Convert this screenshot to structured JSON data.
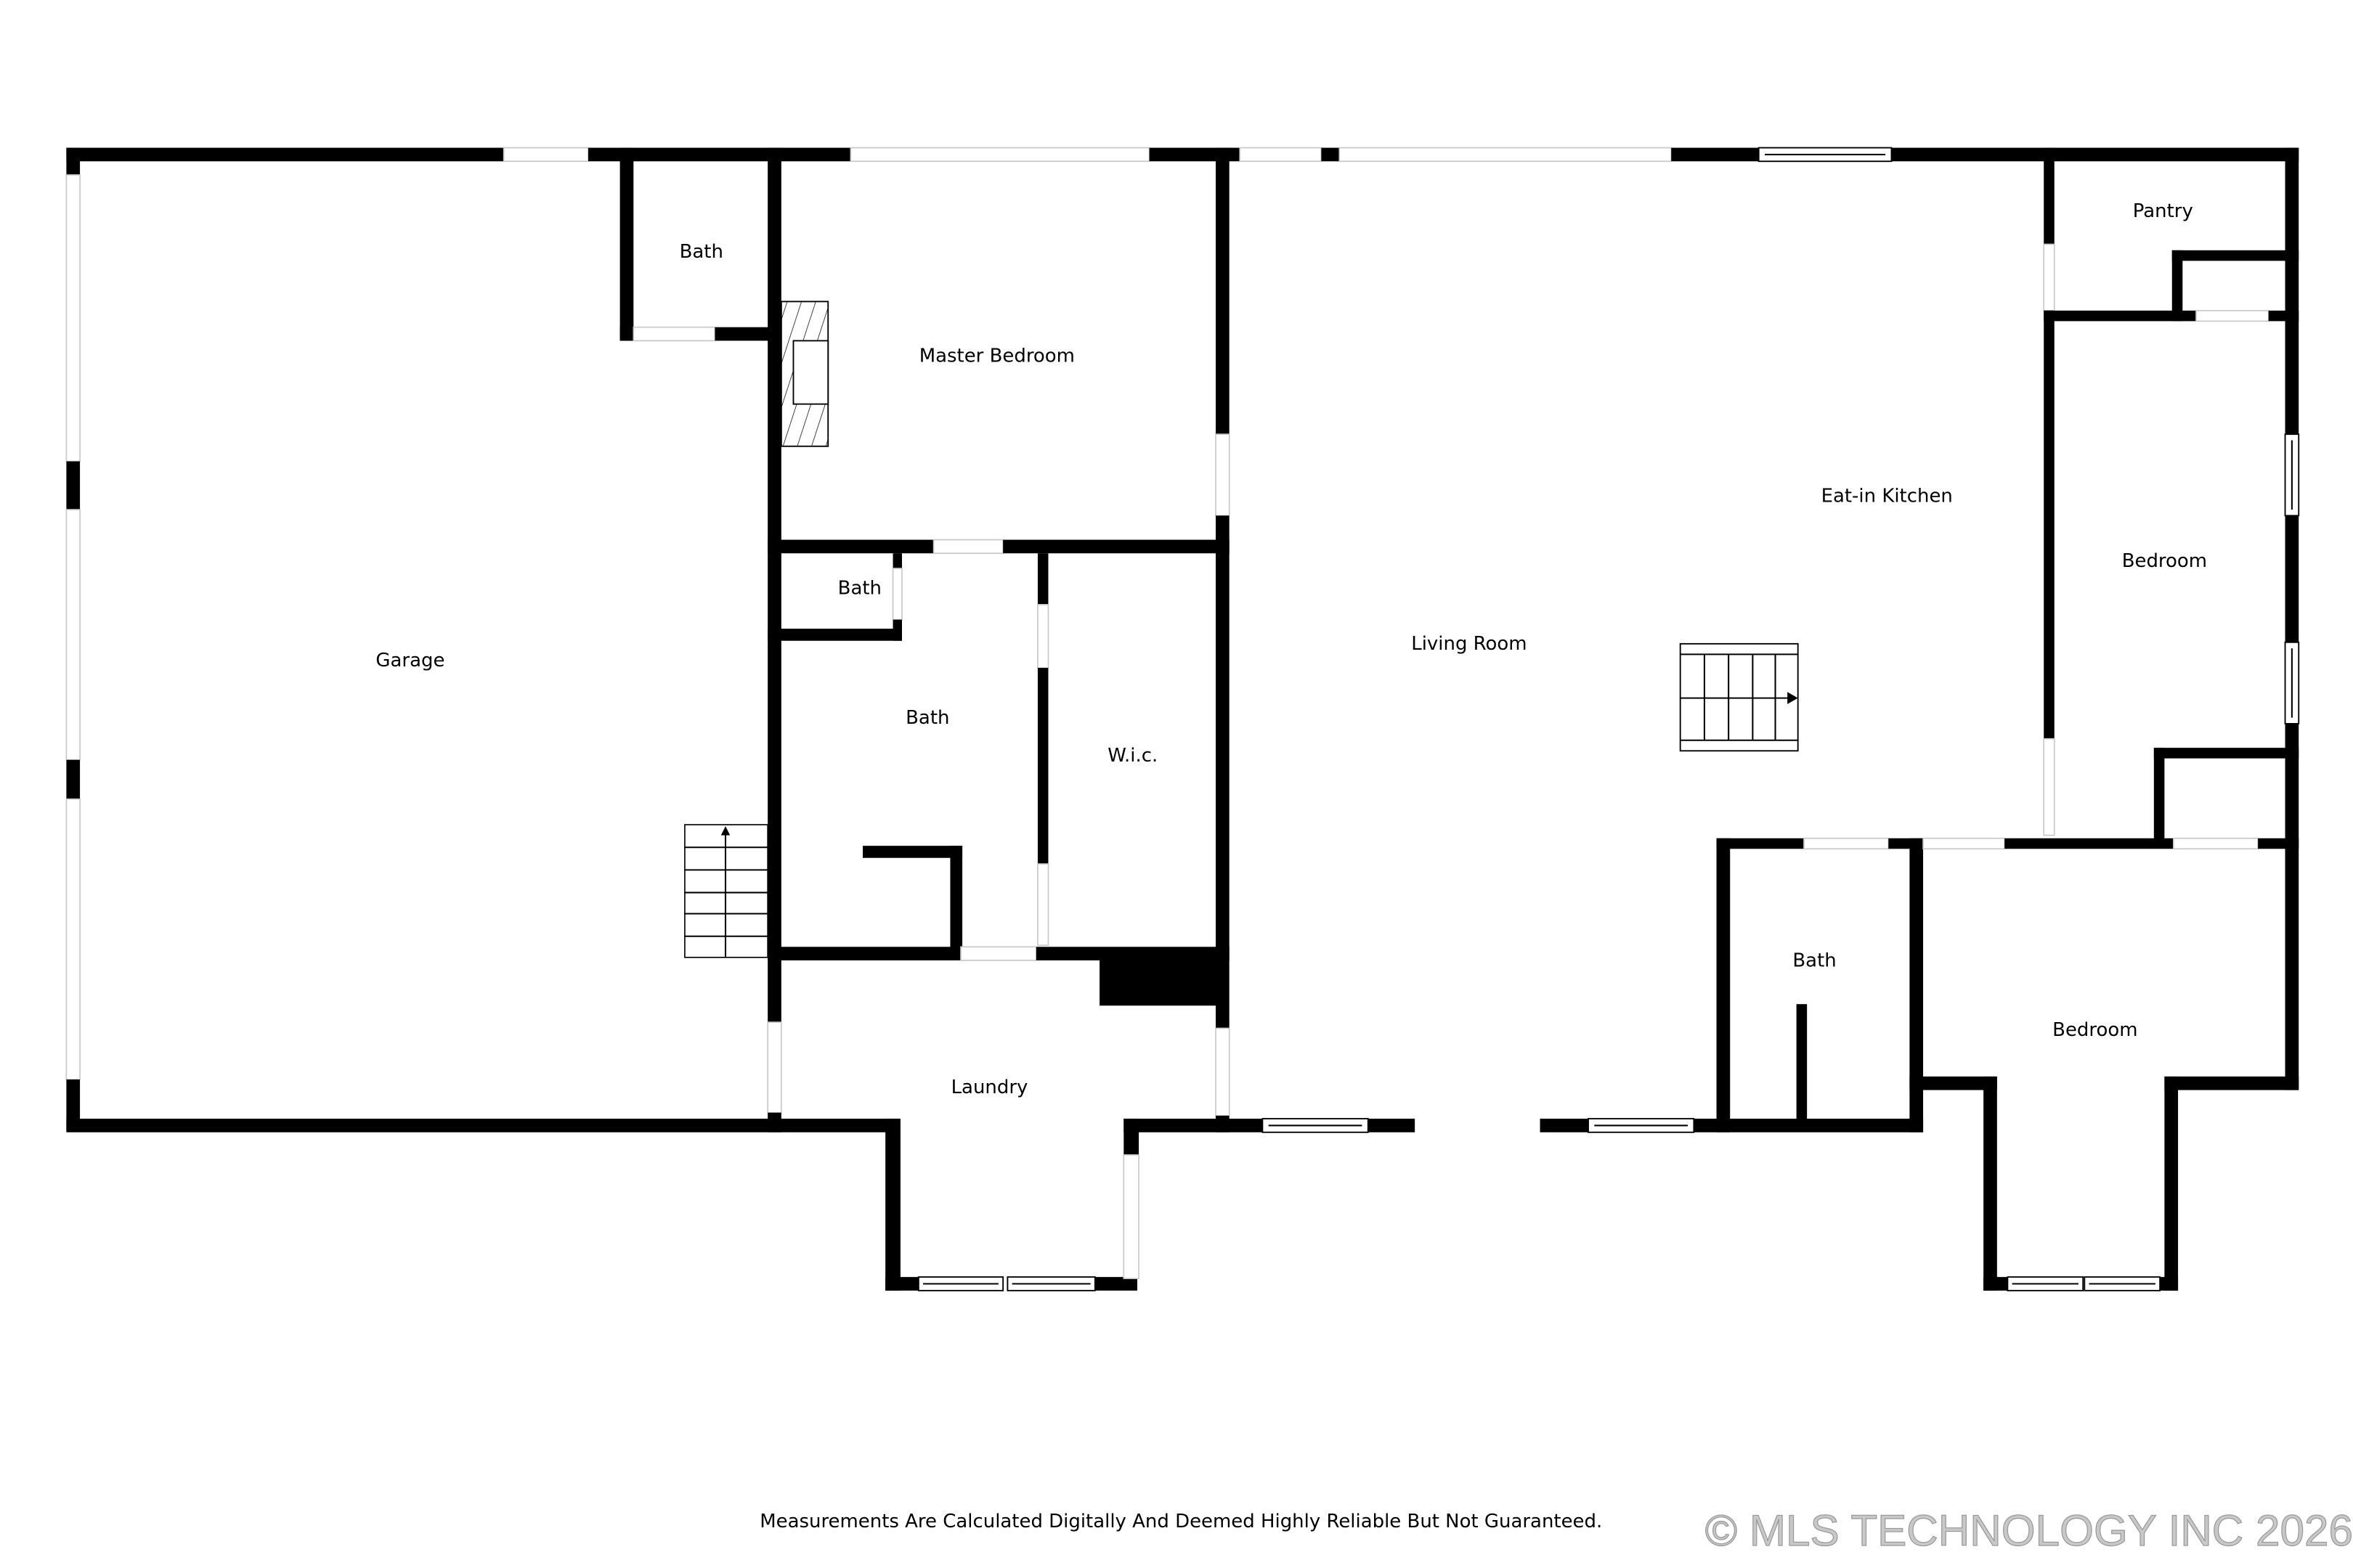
{
  "plan": {
    "rooms": [
      {
        "id": "garage",
        "label": "Garage"
      },
      {
        "id": "bath-1",
        "label": "Bath"
      },
      {
        "id": "master-bedroom",
        "label": "Master Bedroom"
      },
      {
        "id": "bath-2",
        "label": "Bath"
      },
      {
        "id": "bath-3",
        "label": "Bath"
      },
      {
        "id": "wic",
        "label": "W.i.c."
      },
      {
        "id": "laundry",
        "label": "Laundry"
      },
      {
        "id": "living-room",
        "label": "Living Room"
      },
      {
        "id": "eat-in-kitchen",
        "label": "Eat-in Kitchen"
      },
      {
        "id": "pantry",
        "label": "Pantry"
      },
      {
        "id": "bedroom-1",
        "label": "Bedroom"
      },
      {
        "id": "bath-4",
        "label": "Bath"
      },
      {
        "id": "bedroom-2",
        "label": "Bedroom"
      }
    ],
    "fixtures": {
      "fireplace": "fireplace-icon",
      "garage_stairs": "stairs-up-icon",
      "kitchen_stairs": "stairs-right-icon"
    }
  },
  "footer": {
    "disclaimer": "Measurements Are Calculated Digitally And Deemed Highly Reliable But Not Guaranteed.",
    "copyright": "© MLS TECHNOLOGY INC 2026"
  },
  "colors": {
    "wall": "#000000",
    "background": "#ffffff",
    "watermark": "#c8c8c8"
  }
}
